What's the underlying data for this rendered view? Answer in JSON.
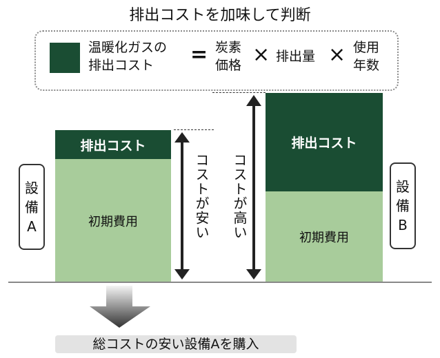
{
  "title": "排出コストを加味して判断",
  "formula": {
    "lhs_line1": "温暖化ガスの",
    "lhs_line2": "排出コスト",
    "equals": "=",
    "term1_line1": "炭素",
    "term1_line2": "価格",
    "times1": "×",
    "term2": "排出量",
    "times2": "×",
    "term3_line1": "使用",
    "term3_line2": "年数"
  },
  "equipment_a": {
    "label": "設備A",
    "emission_label": "排出コスト",
    "initial_label": "初期費用",
    "cost_note": "コストが安い"
  },
  "equipment_b": {
    "label": "設備B",
    "emission_label": "排出コスト",
    "initial_label": "初期費用",
    "cost_note": "コストが高い"
  },
  "conclusion": "総コストの安い設備Aを購入",
  "colors": {
    "emission": "#1a4d33",
    "initial": "#a8cc9b"
  }
}
